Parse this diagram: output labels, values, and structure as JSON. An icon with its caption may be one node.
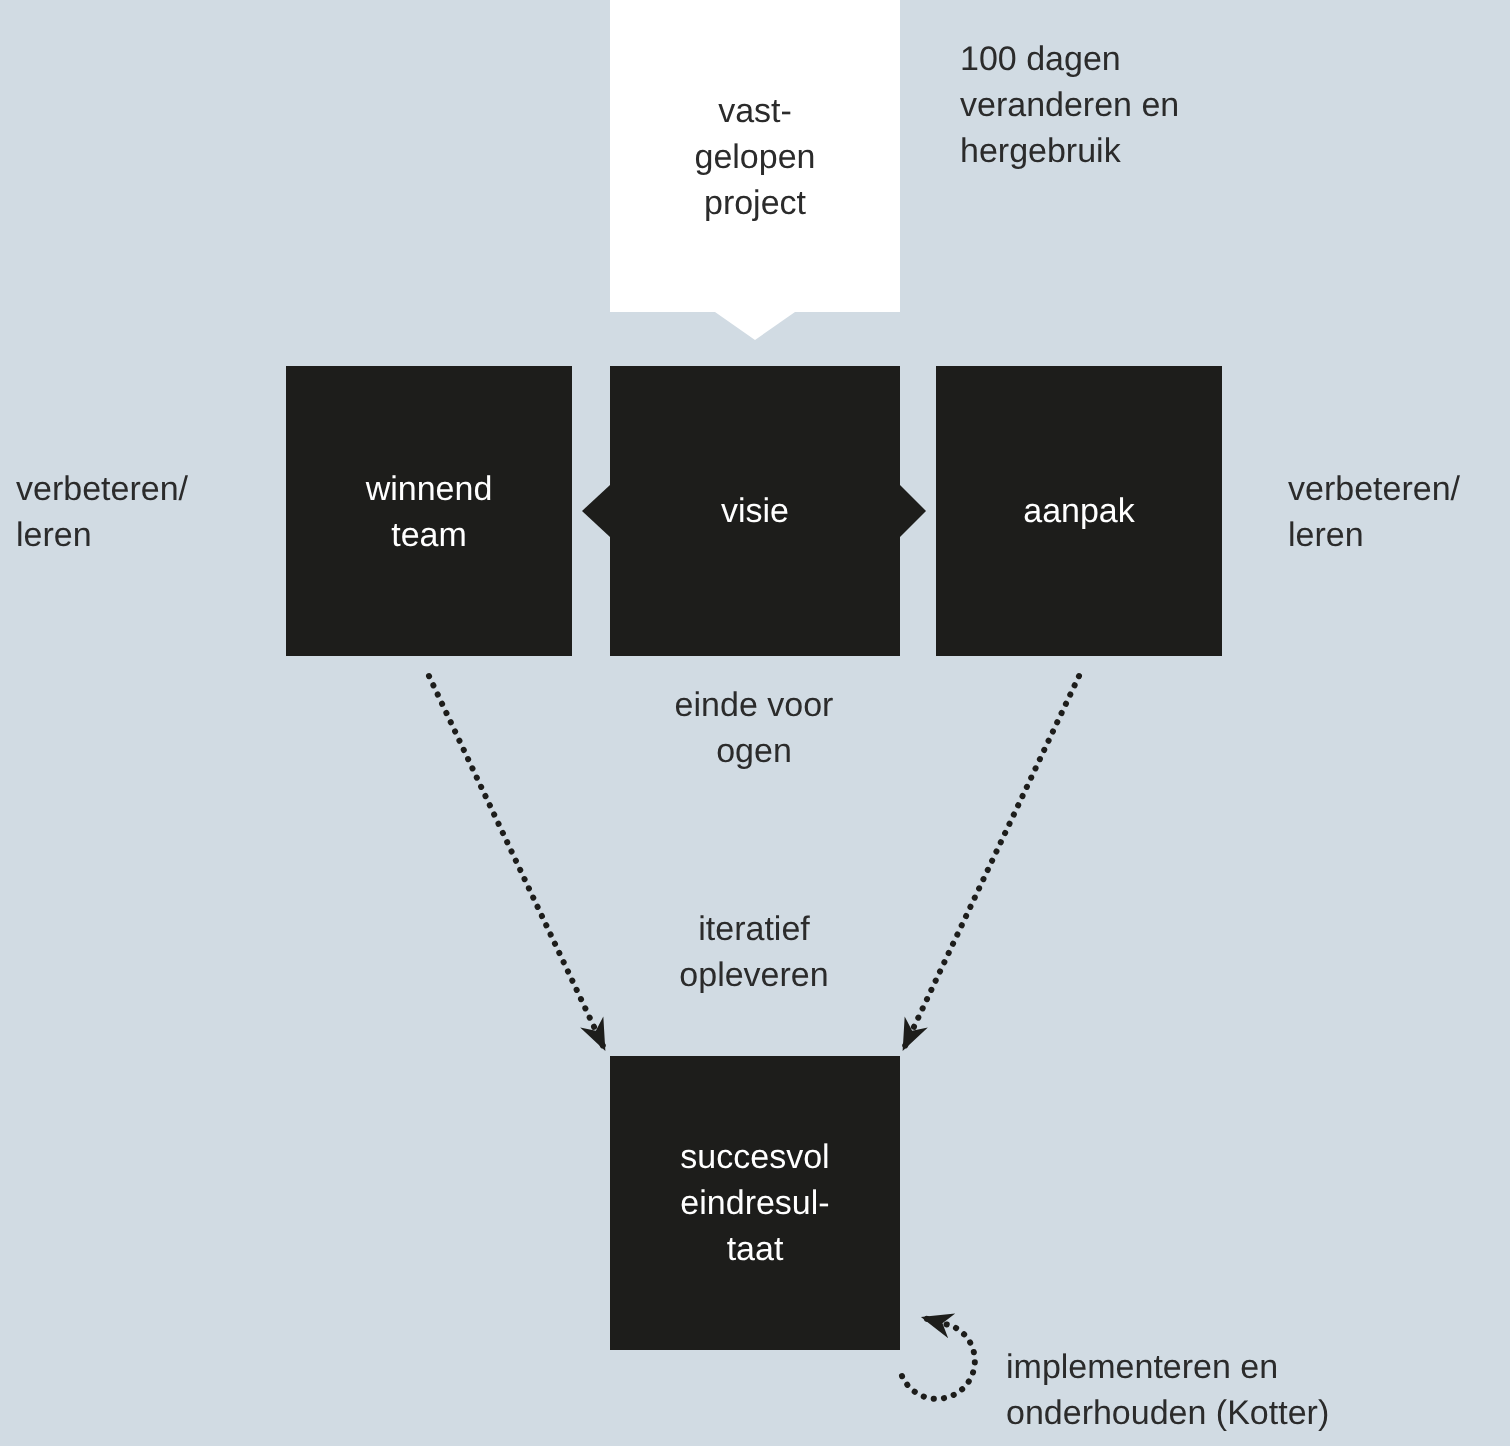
{
  "diagram": {
    "nodes": [
      {
        "text": [
          "vast- gelopen project"
        ],
        "beside": [
          "100 dagen veranderen en hergebruik"
        ]
      },
      {
        "text": [
          "winnend team"
        ],
        "beside": [
          "verbeteren/ leren"
        ]
      },
      {
        "text": [
          "visie"
        ],
        "beside": [
          "einde voor ogen"
        ]
      },
      {
        "text": [
          "aanpak"
        ],
        "beside": [
          "verbeteren/ leren"
        ]
      },
      {
        "text": [
          "succesvol eindresul- taat"
        ],
        "beside": [
          "iteratief opleveren",
          "implementeren en onderhouden (Kotter)"
        ]
      }
    ],
    "edges": [
      {
        "from": 0,
        "to": 2,
        "arrow": "to"
      },
      {
        "from": 2,
        "to": 1,
        "arrow": "to"
      },
      {
        "from": 2,
        "to": 3,
        "arrow": "to"
      },
      {
        "from": 1,
        "to": 4,
        "arrow": "to",
        "style": "dashed"
      },
      {
        "from": 3,
        "to": 4,
        "arrow": "to",
        "style": "dashed"
      },
      {
        "from": 4,
        "to": 4,
        "arrow": "to",
        "style": "dashed"
      }
    ]
  }
}
